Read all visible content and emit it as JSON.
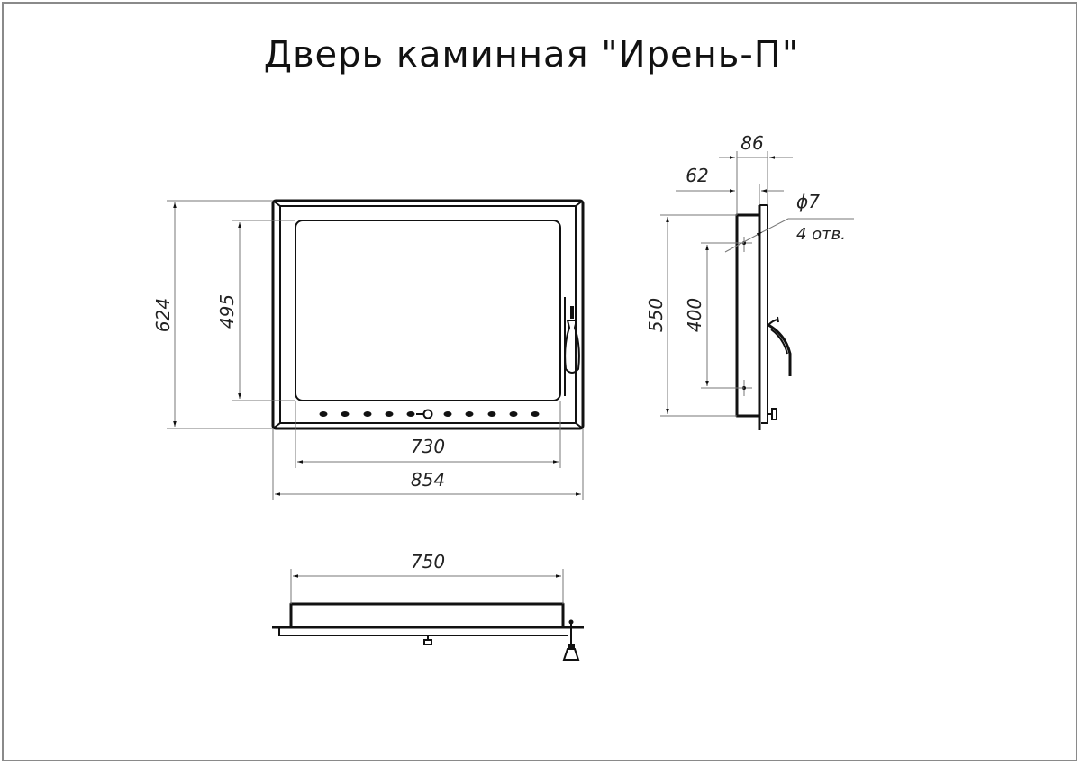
{
  "title": "Дверь каминная \"Ирень-П\"",
  "front_view": {
    "dimensions": {
      "overall_height": "624",
      "glass_height": "495",
      "glass_width": "730",
      "overall_width": "854"
    },
    "vent_holes_count": 10
  },
  "side_view": {
    "dimensions": {
      "depth_total": "86",
      "depth_box": "62",
      "box_height": "550",
      "hole_spacing": "400",
      "hole_diameter": "ϕ7",
      "hole_count_note": "4 отв."
    }
  },
  "top_view": {
    "dimensions": {
      "box_width": "750"
    }
  },
  "colors": {
    "line": "#111111",
    "dimension_line": "#777777",
    "frame": "#8a8a8a",
    "background": "#ffffff"
  }
}
